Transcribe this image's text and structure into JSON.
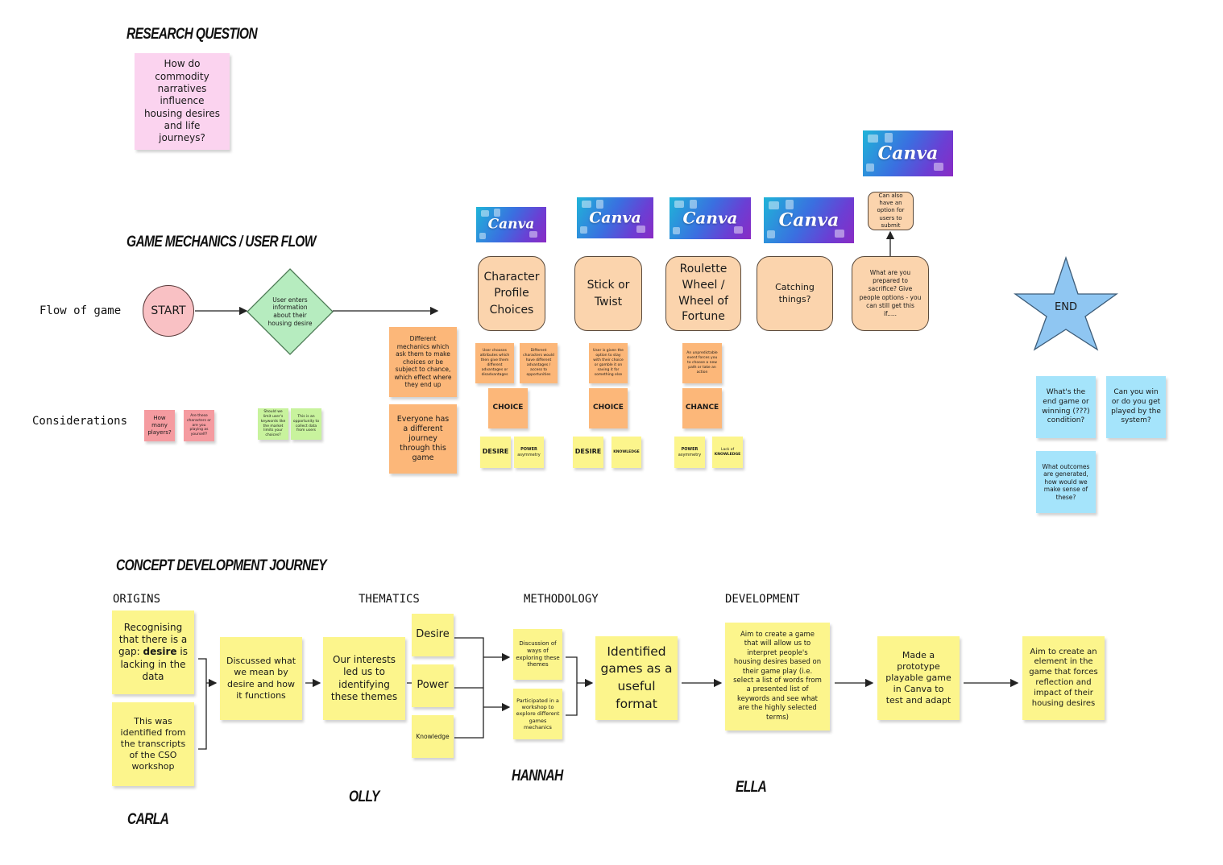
{
  "headings": {
    "research_question": "Research Question",
    "game_mechanics": "Game Mechanics / User Flow",
    "concept_development": "Concept Development Journey"
  },
  "research_question_note": "How do commodity narratives influence housing desires and life journeys?",
  "flow": {
    "row_label": "Flow of game",
    "considerations_label": "Considerations",
    "start": "START",
    "decision": "User enters information about their housing desire",
    "end": "END",
    "canva_logo": "Canva",
    "mechanics": [
      "Character Profile Choices",
      "Stick or Twist",
      "Roulette Wheel / Wheel of Fortune",
      "Catching things?",
      "What are you prepared to sacrifice? Give people options - you can still get this if....."
    ],
    "extra_option": "Can also have an option for users to submit",
    "orange_notes": [
      "Different mechanics which ask them to make choices or be subject to chance, which effect where they end up",
      "Everyone has a different journey through this game"
    ],
    "small_notes": [
      "User chooses attributes which then give them different advantages or disadvantages",
      "Different characters would have different advantages / access to opportunities",
      "User is given the option to stay with their choice or gamble it on saving it for something else",
      "An unpredictable event forces you to choose a new path or take an action"
    ],
    "tags": {
      "choice": "CHOICE",
      "chance": "CHANCE",
      "desire": "DESIRE",
      "power": "POWER",
      "power_sub": "asymmetry",
      "knowledge": "KNOWLEDGE",
      "lack_of": "Lack of"
    },
    "considerations": {
      "red": [
        "How many players?",
        "Are these characters or are you playing as yourself?"
      ],
      "green": [
        "Should we limit user's keywords like the market limits your choices?",
        "This is an opportunity to collect data from users"
      ],
      "blue": [
        "What's the end game or winning (???) condition?",
        "Can you win or do you get played by the system?",
        "What outcomes are generated, how would we make sense of these?"
      ]
    }
  },
  "journey": {
    "stages": [
      "ORIGINS",
      "THEMATICS",
      "METHODOLOGY",
      "DEVELOPMENT"
    ],
    "origins_note_1": {
      "before": "Recognising that there is a gap: ",
      "bold": "desire",
      "after": " is lacking in the data"
    },
    "origins_note_2": "This was identified from the transcripts of the CSO workshop",
    "discussed": "Discussed what we mean by desire and how it functions",
    "interests": "Our interests led us to identifying these themes",
    "themes": [
      "Desire",
      "Power",
      "Knowledge"
    ],
    "method_notes": [
      "Discussion of ways of exploring these themes",
      "Participated in a workshop to explore different games mechanics"
    ],
    "identified": "Identified games as a useful format",
    "dev_notes": [
      "Aim to create a game that will allow us to interpret people's housing desires based on their game play (i.e. select a list of words from a presented list of keywords and see what are the highly selected terms)",
      "Made a prototype playable game in Canva to test and adapt",
      "Aim to create an element in the game that forces reflection and impact of their housing desires"
    ],
    "names": [
      "CARLA",
      "OLLY",
      "HANNAH",
      "ELLA"
    ]
  },
  "colors": {
    "yellow": "#fcf58c",
    "pink": "#fbd3ef",
    "orange": "#fcb779",
    "peach": "#fbd4ad",
    "red": "#f59ba0",
    "green": "#c8f39d",
    "blue": "#a5e4fb",
    "star": "#8fc6f2",
    "diamond": "#b6ecbf"
  }
}
